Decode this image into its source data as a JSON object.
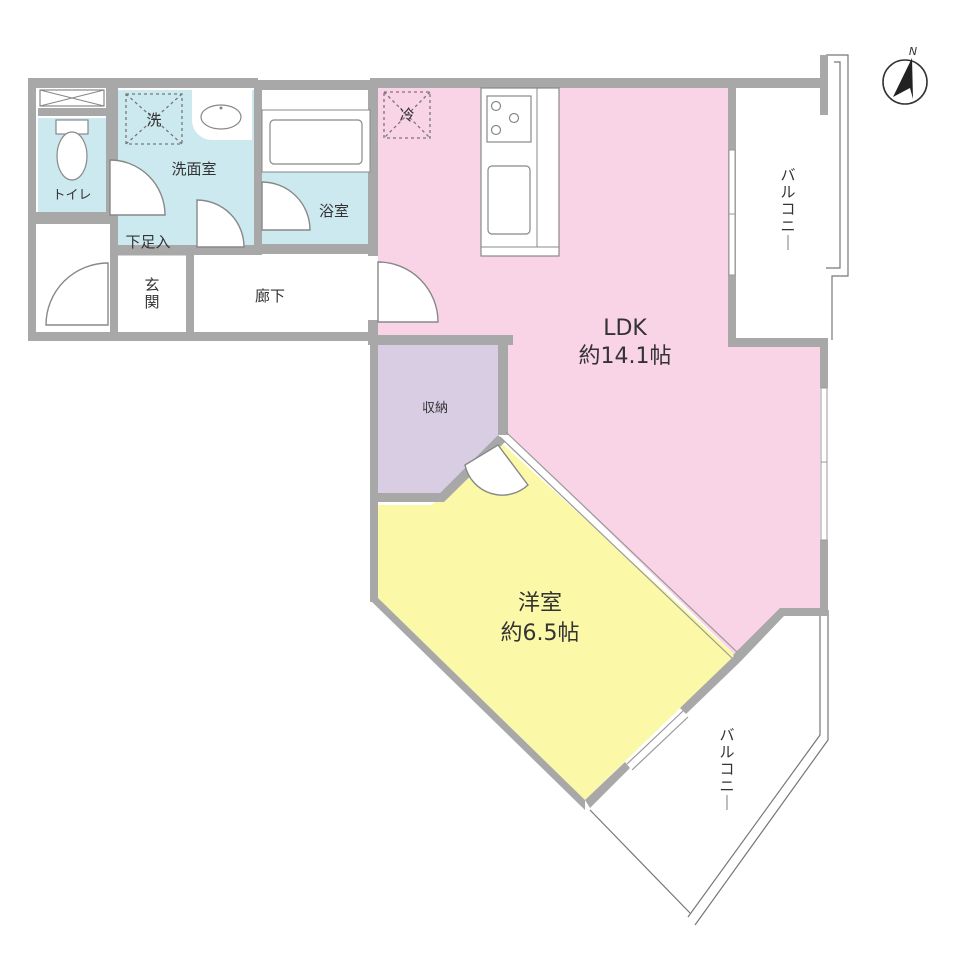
{
  "floor_plan": {
    "colors": {
      "ldk": "#f9d3e6",
      "western_room": "#fbf9a8",
      "storage": "#d9cde4",
      "wet_area": "#cde9f0",
      "wall": "#a8a8a8",
      "balcony": "#ffffff"
    },
    "rooms": {
      "ldk": {
        "name": "LDK",
        "size": "約14.1帖"
      },
      "western_room": {
        "name": "洋室",
        "size": "約6.5帖"
      },
      "storage": {
        "name": "収納"
      },
      "washroom": {
        "name": "洗面室"
      },
      "toilet": {
        "name": "トイレ"
      },
      "bathroom": {
        "name": "浴室"
      },
      "entrance": {
        "name": "玄関"
      },
      "shoe_box": {
        "name": "下足入"
      },
      "hallway": {
        "name": "廊下"
      },
      "balcony_upper": {
        "name": "バルコニー"
      },
      "balcony_lower": {
        "name": "バルコニー"
      }
    },
    "fixtures": {
      "washing_machine": "洗",
      "refrigerator": "冷"
    },
    "compass": {
      "label": "N",
      "icon": "north-arrow-icon"
    }
  }
}
